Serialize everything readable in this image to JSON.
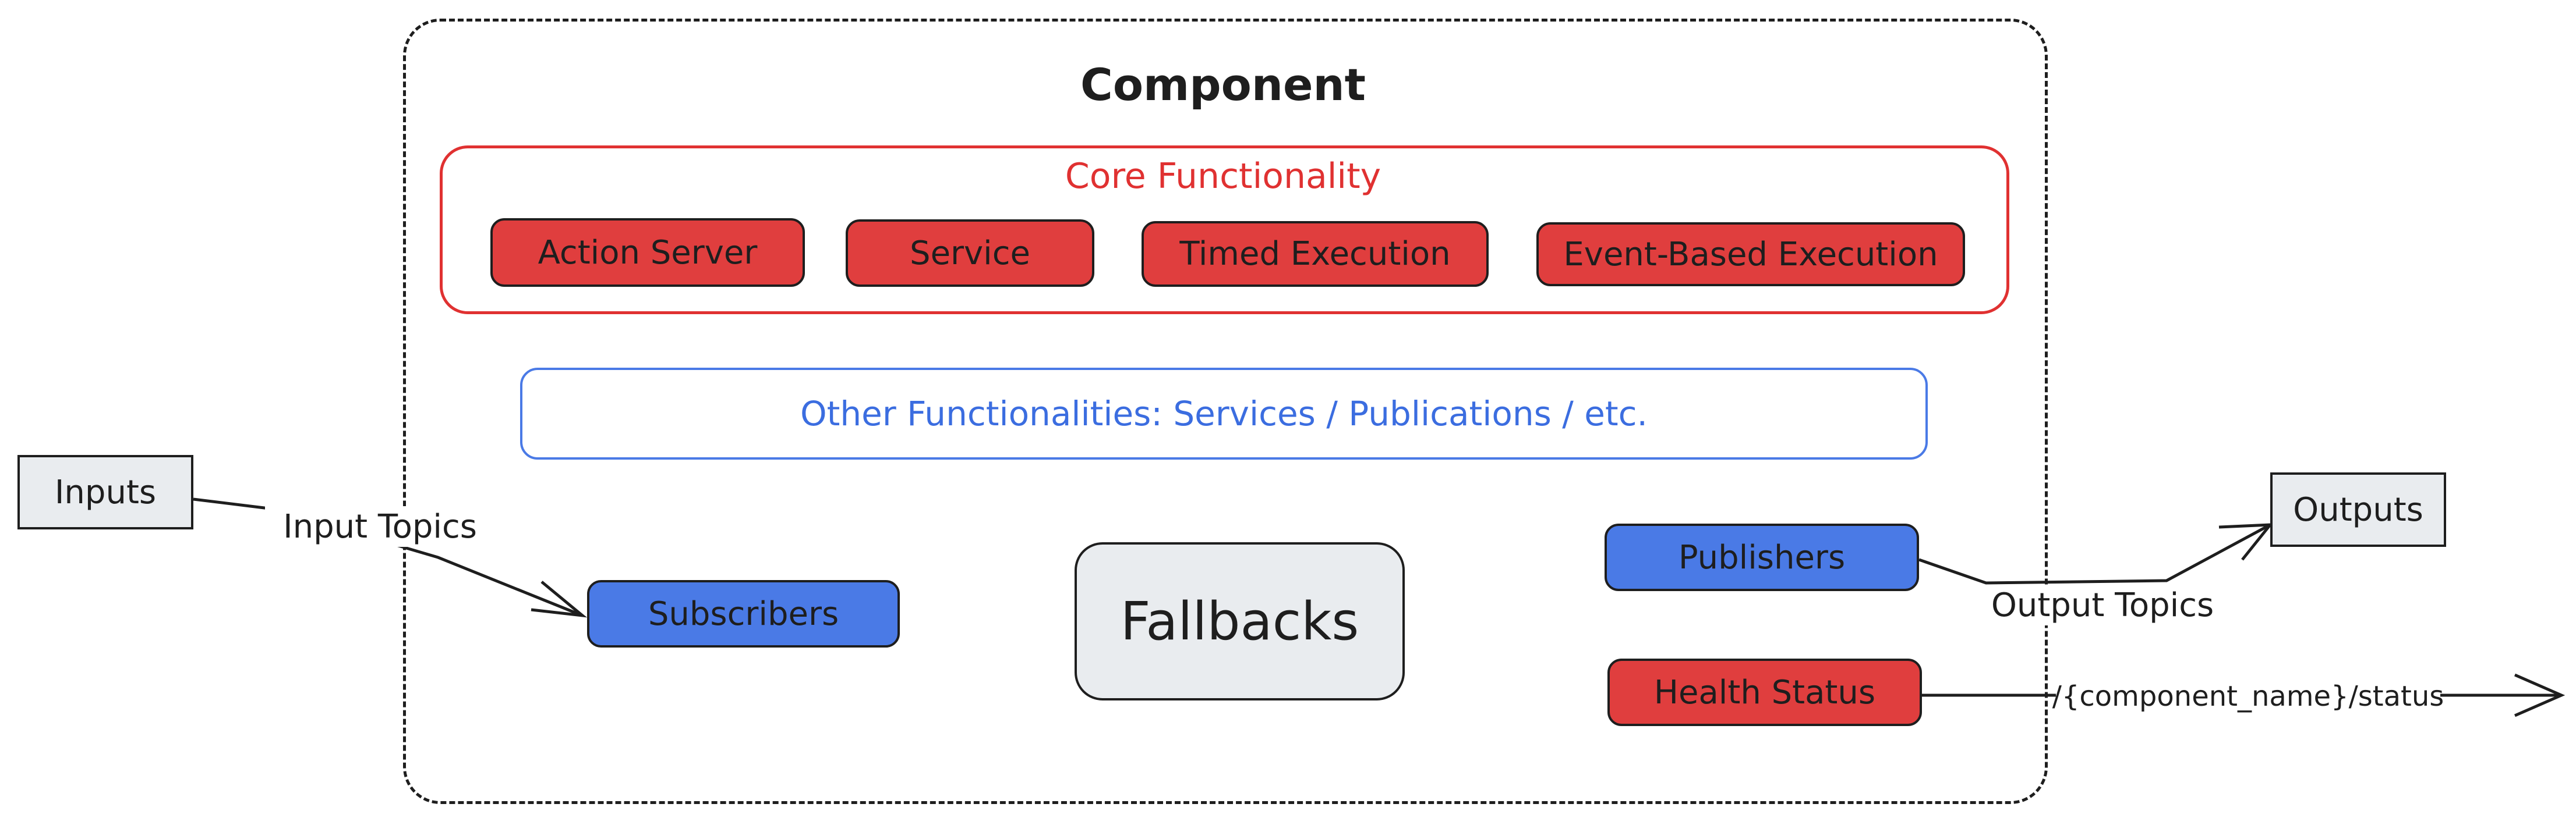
{
  "component": {
    "title": "Component",
    "core": {
      "title": "Core Functionality",
      "items": [
        "Action Server",
        "Service",
        "Timed Execution",
        "Event-Based Execution"
      ]
    },
    "other": "Other Functionalities: Services / Publications / etc.",
    "subscribers": "Subscribers",
    "fallbacks": "Fallbacks",
    "publishers": "Publishers",
    "health_status": "Health Status"
  },
  "external": {
    "inputs": "Inputs",
    "outputs": "Outputs"
  },
  "edges": {
    "input_topics": "Input Topics",
    "output_topics": "Output Topics",
    "status_topic": "/{component_name}/status"
  },
  "colors": {
    "core_red": "#e03131",
    "block_red": "#e03e3e",
    "block_blue": "#4a7ae6",
    "other_blue": "#3b6de0",
    "neutral_fill": "#e9ecef",
    "stroke": "#1e1e1e"
  }
}
